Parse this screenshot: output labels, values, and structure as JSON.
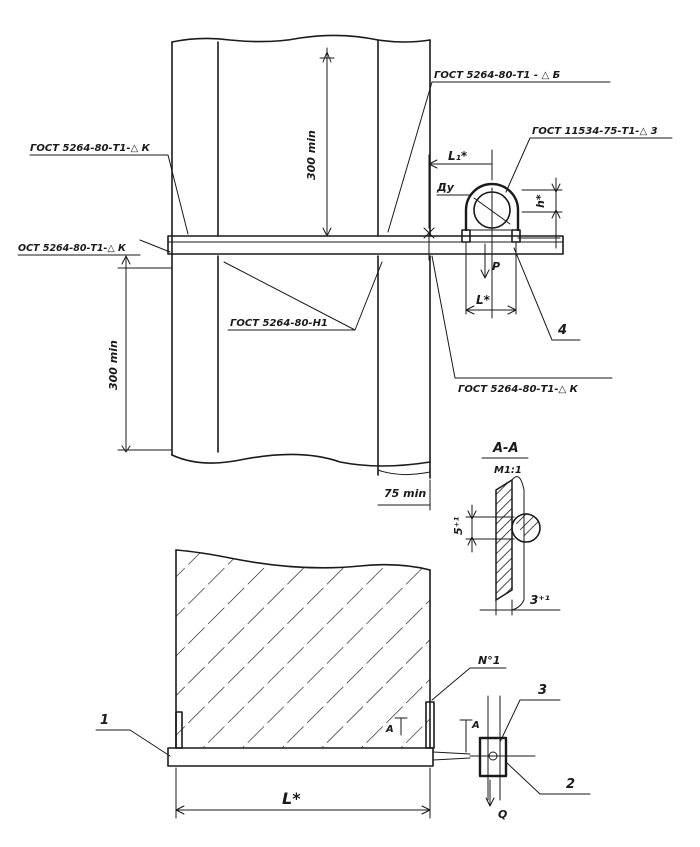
{
  "labels": {
    "gost_top_right": "ГОСТ 5264-80-Т1 - △ Б",
    "gost_left_upper": "ГОСТ 5264-80-Т1-△ К",
    "gost_left_lower": "ОСТ 5264-80-Т1-△ К",
    "gost_clamp": "ГОСТ 11534-75-Т1-△ 3",
    "gost_middle": "ГОСТ 5264-80-Н1",
    "gost_bottom": "ГОСТ 5264-80-Т1-△ К",
    "dim_300_upper": "300 min",
    "dim_300_lower": "300 min",
    "dim_75": "75 min",
    "dim_L1": "L₁*",
    "dim_L_top": "L*",
    "dim_h": "h*",
    "dim_Dy": "Ду",
    "label_P": "P",
    "label_4": "4",
    "section_title": "А-А",
    "section_scale": "М1:1",
    "dim_5": "5⁺¹",
    "dim_3": "3⁺¹",
    "label_N1": "N°1",
    "label_A_left": "А",
    "label_A_right": "А",
    "label_3": "3",
    "label_2": "2",
    "label_1": "1",
    "label_Q": "Q",
    "dim_L_bottom": "L*"
  }
}
